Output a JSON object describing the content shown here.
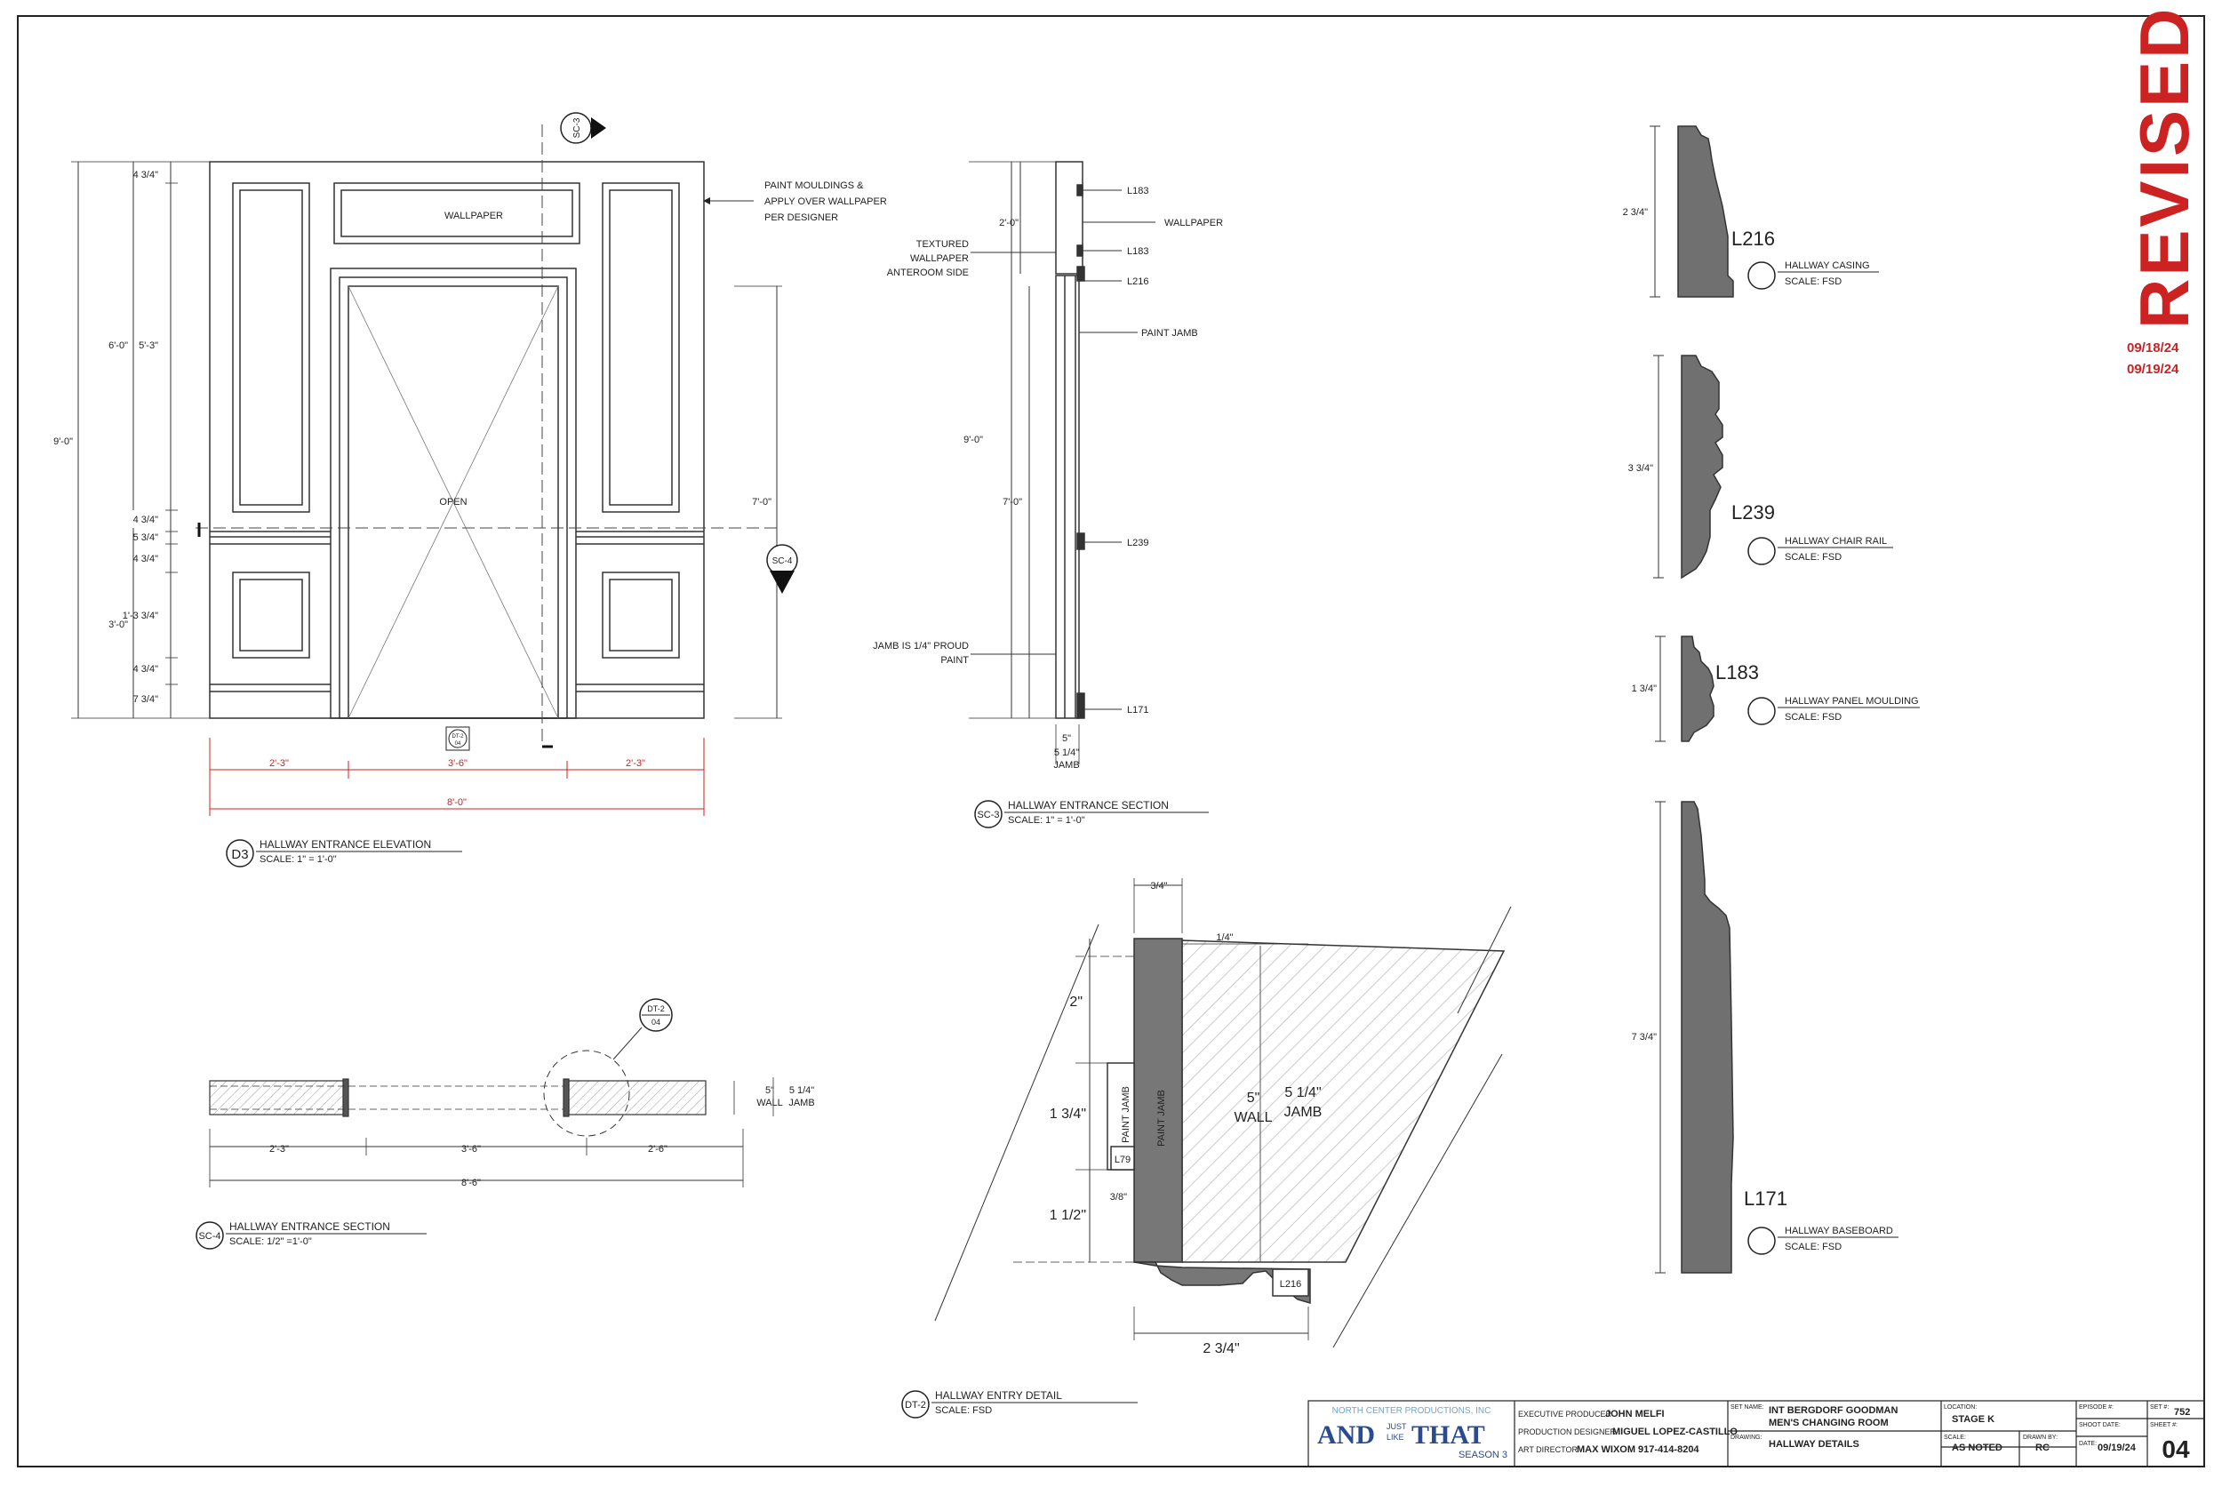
{
  "revised": {
    "title": "REVISED",
    "dates": [
      "09/18/24",
      "09/19/24"
    ]
  },
  "elevation": {
    "top_dims": [
      "4 3/4\"",
      "5'-3\"",
      "4 3/4\"",
      "5 3/4\"",
      "4 3/4\"",
      "1'-3 3/4\"",
      "4 3/4\"",
      "7 3/4\""
    ],
    "outer_dims": [
      "6'-0\"",
      "9'-0\"",
      "3'-0\""
    ],
    "right_dim": "7'-0\"",
    "open": "OPEN",
    "wallpaper": "WALLPAPER",
    "note": [
      "PAINT MOULDINGS &",
      "APPLY OVER WALLPAPER",
      "PER DESIGNER"
    ],
    "bottom_dims": [
      "2'-3\"",
      "3'-6\"",
      "2'-3\""
    ],
    "overall": "8'-0\"",
    "sc3": "SC-3",
    "sc4": "SC-4",
    "dt2_tag": "DT-2",
    "dt2_sheet": "04",
    "tag": "D3",
    "title": "HALLWAY ENTRANCE ELEVATION",
    "scale": "SCALE: 1\" = 1'-0\""
  },
  "section": {
    "labels": [
      "L183",
      "WALLPAPER",
      "L183",
      "L216",
      "PAINT JAMB",
      "L239",
      "L171"
    ],
    "left_notes": [
      "TEXTURED",
      "WALLPAPER",
      "ANTEROOM SIDE"
    ],
    "jamb_note": [
      "JAMB IS 1/4\" PROUD",
      "PAINT"
    ],
    "dims": [
      "2'-0\"",
      "9'-0\"",
      "7'-0\""
    ],
    "bottom": [
      "5\"",
      "5 1/4\"",
      "JAMB"
    ],
    "tag": "SC-3",
    "title": "HALLWAY ENTRANCE SECTION",
    "scale": "SCALE: 1\" = 1'-0\""
  },
  "plan": {
    "dims": [
      "2'-3\"",
      "3'-6\"",
      "2'-6\""
    ],
    "overall": "8'-6\"",
    "wall": [
      "5\"",
      "WALL"
    ],
    "jamb": [
      "5 1/4\"",
      "JAMB"
    ],
    "callout_tag": "DT-2",
    "callout_sheet": "04",
    "tag": "SC-4",
    "title": "HALLWAY ENTRANCE SECTION",
    "scale": "SCALE: 1/2\" =1'-0\""
  },
  "detail": {
    "top": "3/4\"",
    "quarter": "1/4\"",
    "d2": "2\"",
    "d134": "1 3/4\"",
    "d112": "1 1/2\"",
    "d38": "3/8\"",
    "bottom": "2 3/4\"",
    "wall": [
      "5\"",
      "WALL"
    ],
    "jamb": [
      "5 1/4\"",
      "JAMB"
    ],
    "paint_jamb": "PAINT JAMB",
    "l79": "L79",
    "l216": "L216",
    "tag": "DT-2",
    "title": "HALLWAY ENTRY DETAIL",
    "scale": "SCALE: FSD"
  },
  "profiles": [
    {
      "code": "L216",
      "name": "HALLWAY CASING",
      "scale": "SCALE: FSD",
      "dim": "2 3/4\""
    },
    {
      "code": "L239",
      "name": "HALLWAY CHAIR RAIL",
      "scale": "SCALE: FSD",
      "dim": "3 3/4\""
    },
    {
      "code": "L183",
      "name": "HALLWAY PANEL MOULDING",
      "scale": "SCALE: FSD",
      "dim": "1 3/4\""
    },
    {
      "code": "L171",
      "name": "HALLWAY BASEBOARD",
      "scale": "SCALE: FSD",
      "dim": "7 3/4\""
    }
  ],
  "title_block": {
    "company": "NORTH CENTER PRODUCTIONS, INC",
    "show_and": "AND",
    "show_just": "JUST",
    "show_like": "LIKE",
    "show_that": "THAT",
    "season": "SEASON 3",
    "ep_label": "EXECUTIVE PRODUCER",
    "ep": "JOHN MELFI",
    "pd_label": "PRODUCTION DESIGNER",
    "pd": "MIGUEL LOPEZ-CASTILLO",
    "ad_label": "ART DIRECTOR",
    "ad": "MAX WIXOM 917-414-8204",
    "set_label": "SET NAME:",
    "set_name": "INT BERGDORF GOODMAN",
    "set_name2": "MEN'S CHANGING ROOM",
    "location_label": "LOCATION:",
    "location": "STAGE K",
    "drawing_label": "DRAWING:",
    "drawing": "HALLWAY DETAILS",
    "scale_label": "SCALE:",
    "scale": "AS NOTED",
    "drawn_label": "DRAWN BY:",
    "drawn": "RC",
    "episode_label": "EPISODE #:",
    "episode": "",
    "shoot_label": "SHOOT DATE:",
    "shoot": "",
    "date_label": "DATE:",
    "date": "09/19/24",
    "set_no_label": "SET #:",
    "set_no": "752",
    "sheet_label": "SHEET #:",
    "sheet": "04"
  }
}
